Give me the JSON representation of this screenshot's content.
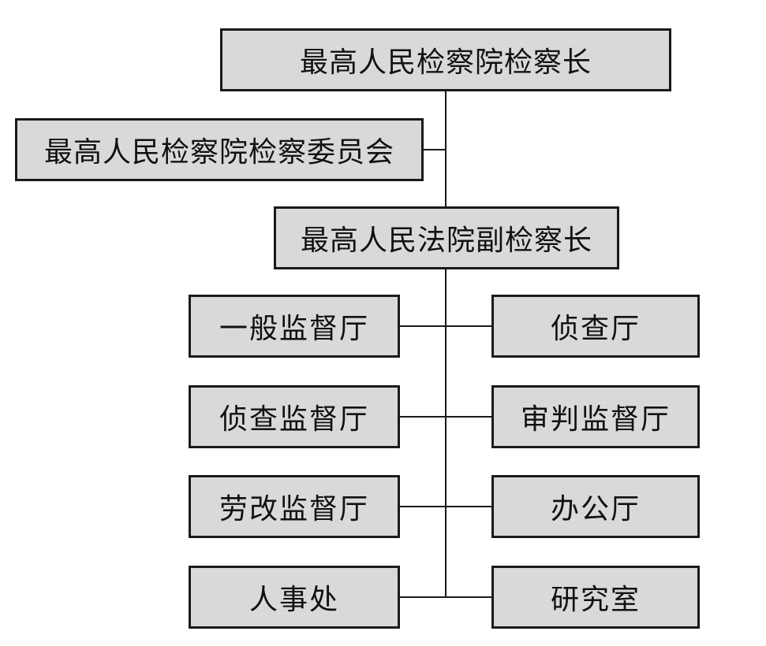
{
  "org_chart": {
    "chief": "最高人民检察院检察长",
    "committee": "最高人民检察院检察委员会",
    "deputy": "最高人民法院副检察长",
    "left_departments": [
      "一般监督厅",
      "侦查监督厅",
      "劳改监督厅",
      "人事处"
    ],
    "right_departments": [
      "侦查厅",
      "审判监督厅",
      "办公厅",
      "研究室"
    ]
  }
}
